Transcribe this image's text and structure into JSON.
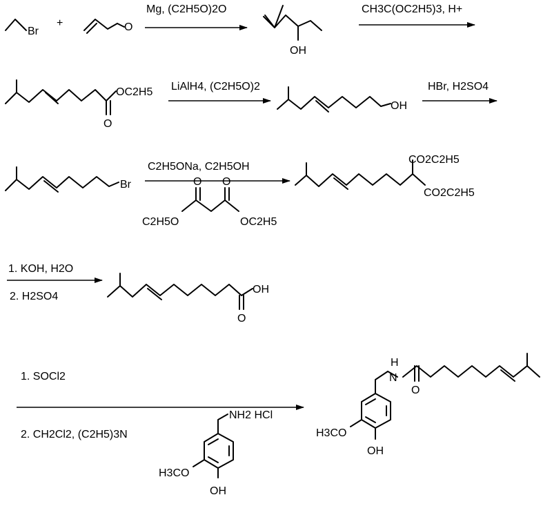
{
  "start": {
    "br": "Br",
    "plus": "+",
    "o": "O"
  },
  "steps": [
    {
      "id": "s1",
      "reagent_line1": "Mg, (C2H5O)2O"
    },
    {
      "id": "s2",
      "reagent_line1": "CH3C(OC2H5)3, H+"
    },
    {
      "id": "s3",
      "reagent_line1": "LiAlH4, (C2H5O)2"
    },
    {
      "id": "s4",
      "reagent_line1": "HBr, H2SO4"
    },
    {
      "id": "s5",
      "reagent_line1": "C2H5ONa, C2H5OH"
    },
    {
      "id": "s6",
      "reagent_line1": "1. KOH, H2O",
      "reagent_line2": "2. H2SO4"
    },
    {
      "id": "s7",
      "reagent_line1": "1. SOCl2",
      "reagent_line2": "2. CH2Cl2, (C2H5)3N"
    }
  ],
  "compounds": {
    "allylic_alcohol": {
      "oh": "OH"
    },
    "ester": {
      "oet": "OC2H5",
      "o": "O"
    },
    "alcohol": {
      "oh": "OH"
    },
    "bromide": {
      "br": "Br"
    },
    "malonate_reagent": {
      "left": "C2H5O",
      "right": "OC2H5",
      "o": "O"
    },
    "diester": {
      "co2et": "CO2C2H5"
    },
    "acid": {
      "oh": "OH",
      "o": "O"
    },
    "amine": {
      "nh2": "NH2 HCl",
      "meo": "H3CO",
      "oh": "OH"
    },
    "product": {
      "nh": "H",
      "n": "N",
      "o": "O",
      "meo": "H3CO",
      "oh": "OH"
    }
  }
}
